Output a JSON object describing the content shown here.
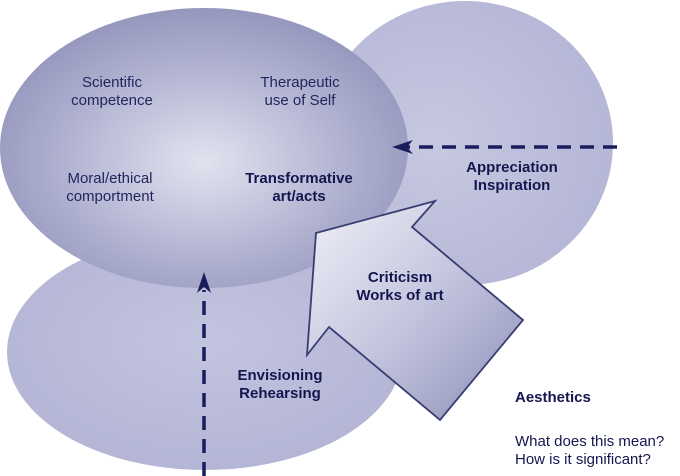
{
  "diagram": {
    "title": "Aesthetics",
    "questions": [
      "What does this mean?",
      "How is it significant?"
    ],
    "central_ellipse": {
      "items": [
        {
          "lines": [
            "Scientific",
            "competence"
          ],
          "bold": false
        },
        {
          "lines": [
            "Therapeutic",
            "use of Self"
          ],
          "bold": false
        },
        {
          "lines": [
            "Moral/ethical",
            "comportment"
          ],
          "bold": false
        },
        {
          "lines": [
            "Transformative",
            "art/acts"
          ],
          "bold": true
        }
      ]
    },
    "right_ellipse": {
      "lines": [
        "Appreciation",
        "Inspiration"
      ]
    },
    "bottom_ellipse": {
      "lines": [
        "Envisioning",
        "Rehearsing"
      ]
    },
    "block_arrow": {
      "lines": [
        "Criticism",
        "Works of art"
      ]
    },
    "colors": {
      "central_fill": "#9a9cc1",
      "central_highlight": "#e0e1ee",
      "secondary_fill": "#b9badb",
      "arrow_stroke": "#1a1d5c",
      "text": "#1c1f5a"
    }
  }
}
